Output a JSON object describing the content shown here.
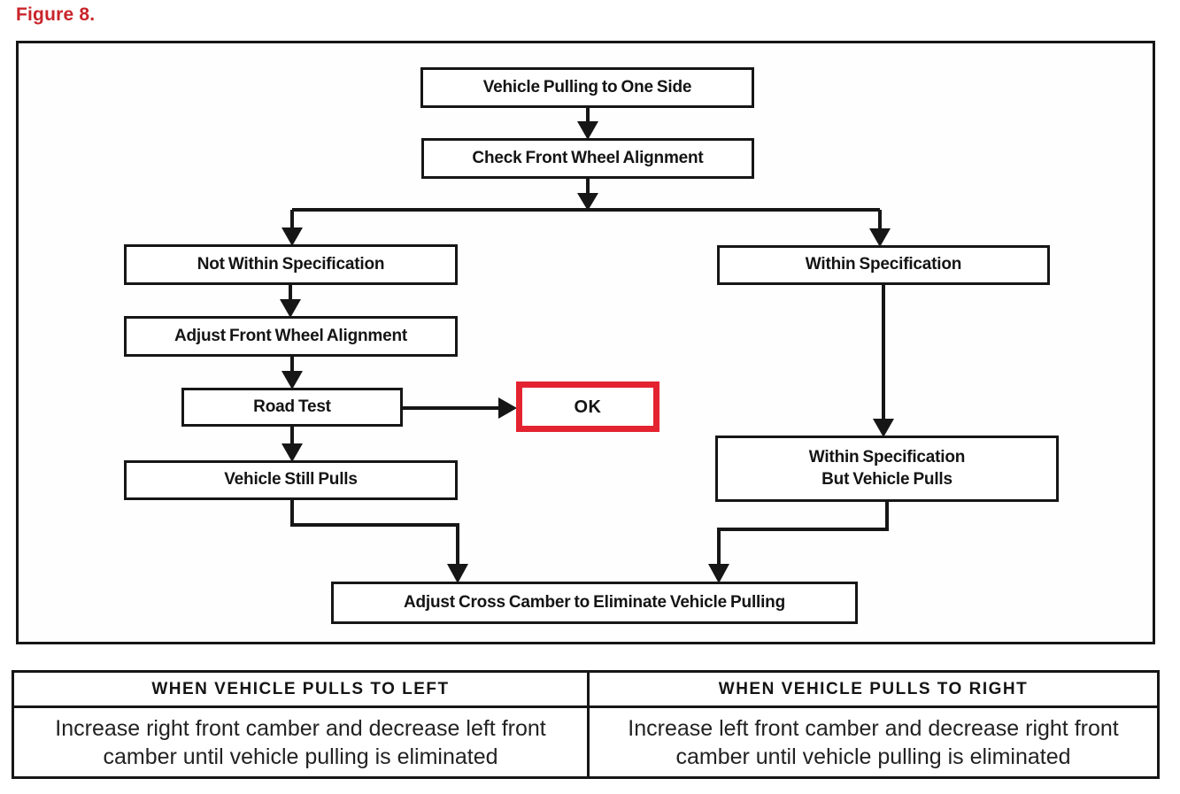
{
  "figure": {
    "label": "Figure 8."
  },
  "flowchart": {
    "nodes": {
      "start": {
        "label": "Vehicle Pulling to One Side"
      },
      "check": {
        "label": "Check Front Wheel Alignment"
      },
      "not_within": {
        "label": "Not Within Specification"
      },
      "adjust_alignment": {
        "label": "Adjust Front Wheel Alignment"
      },
      "road_test": {
        "label": "Road Test"
      },
      "ok": {
        "label": "OK",
        "highlighted": true
      },
      "still_pulls": {
        "label": "Vehicle Still Pulls"
      },
      "within": {
        "label": "Within Specification"
      },
      "within_but_pulls": {
        "line1": "Within Specification",
        "line2": "But Vehicle Pulls"
      },
      "adjust_camber": {
        "label": "Adjust Cross Camber to Eliminate Vehicle Pulling"
      }
    },
    "edges": [
      [
        "start",
        "check"
      ],
      [
        "check",
        "not_within"
      ],
      [
        "check",
        "within"
      ],
      [
        "not_within",
        "adjust_alignment"
      ],
      [
        "adjust_alignment",
        "road_test"
      ],
      [
        "road_test",
        "ok"
      ],
      [
        "road_test",
        "still_pulls"
      ],
      [
        "within",
        "within_but_pulls"
      ],
      [
        "still_pulls",
        "adjust_camber"
      ],
      [
        "within_but_pulls",
        "adjust_camber"
      ]
    ]
  },
  "table": {
    "left": {
      "header": "WHEN VEHICLE PULLS TO LEFT",
      "line1": "Increase right front camber and decrease left front",
      "line2": "camber until vehicle pulling is eliminated"
    },
    "right": {
      "header": "WHEN VEHICLE PULLS TO RIGHT",
      "line1": "Increase left front camber and decrease right front",
      "line2": "camber until vehicle pulling is eliminated"
    }
  },
  "colors": {
    "figure_red": "#c9252b",
    "highlight_red": "#e32430",
    "ink": "#161616"
  }
}
